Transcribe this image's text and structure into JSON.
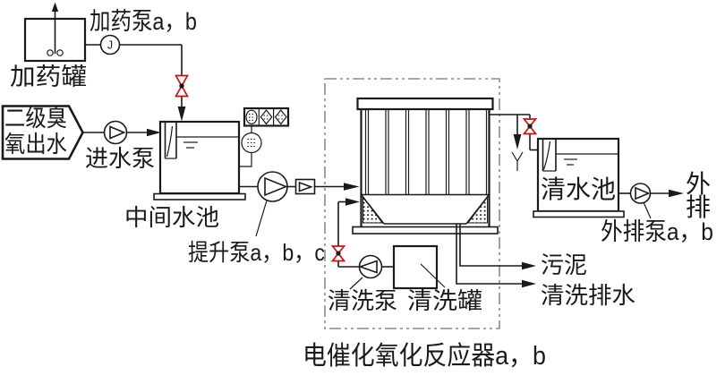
{
  "colors": {
    "line": "#1a1a1a",
    "valve": "#cc1111",
    "boundary": "#8a8a8a",
    "bg": "#ffffff"
  },
  "diagram": {
    "dosing": {
      "tank_label": "加药罐",
      "pump_label": "加药泵a，b",
      "metering_symbol": "J"
    },
    "influent": {
      "line1": "二级臭",
      "line2": "氧出水",
      "pump_label": "进水泵"
    },
    "intermediate": {
      "tank_label": "中间水池",
      "lift_pump_label": "提升泵a，b，c"
    },
    "reactor": {
      "label": "电催化氧化反应器a，b"
    },
    "cleaning": {
      "pump_label": "清洗泵",
      "tank_label": "清洗罐",
      "sludge_label": "污泥",
      "drain_label": "清洗排水"
    },
    "clearwater": {
      "tank_label": "清水池",
      "discharge_line1": "外",
      "discharge_line2": "排",
      "discharge_pump_label": "外排泵a，b"
    }
  }
}
